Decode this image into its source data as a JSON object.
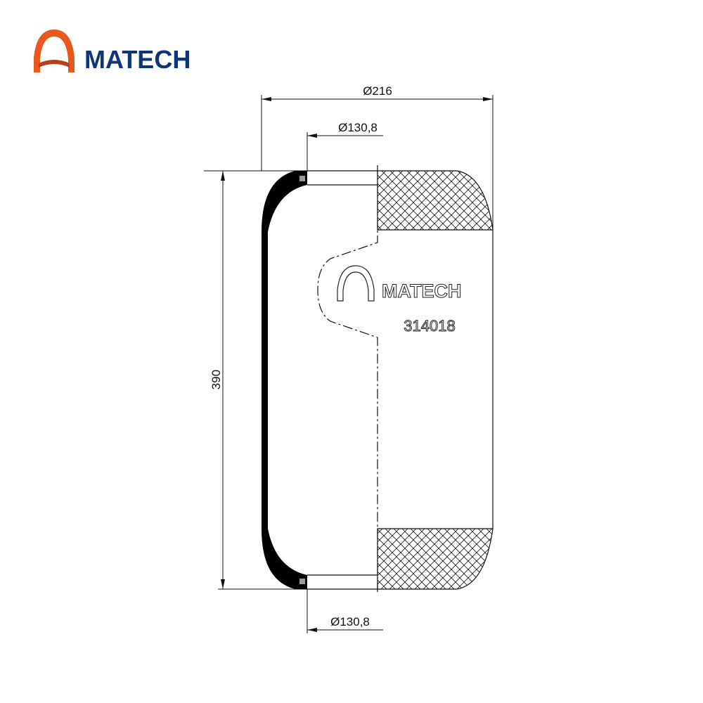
{
  "brand": {
    "name": "MATECH",
    "logo_orange": "#E8571C",
    "logo_blue": "#0F3577"
  },
  "drawing": {
    "outer_diameter": "Ø216",
    "top_bead_diameter": "Ø130,8",
    "bottom_bead_diameter": "Ø130,8",
    "height": "390",
    "part_number": "314018",
    "embossed_brand": "MATECH"
  }
}
